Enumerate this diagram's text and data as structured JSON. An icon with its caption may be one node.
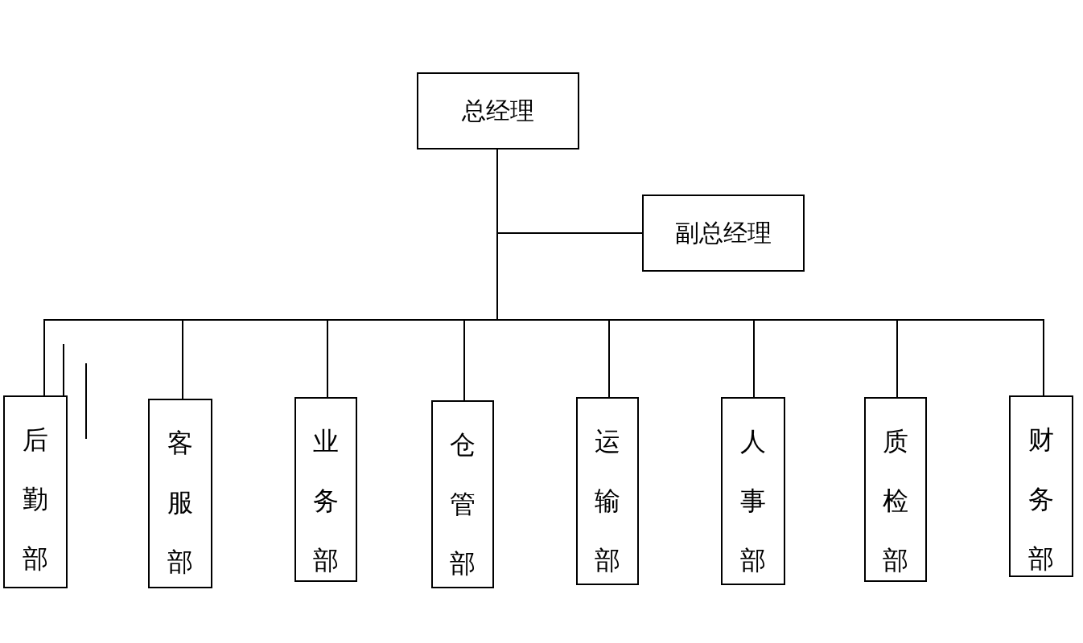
{
  "diagram": {
    "nodes": [
      {
        "text": [
          "总经理"
        ]
      },
      {
        "text": [
          "副总经理"
        ]
      },
      {
        "text": [
          "后勤部"
        ]
      },
      {
        "text": [
          "客服部"
        ]
      },
      {
        "text": [
          "业务部"
        ]
      },
      {
        "text": [
          "仓管部"
        ]
      },
      {
        "text": [
          "运输部"
        ]
      },
      {
        "text": [
          "人事部"
        ]
      },
      {
        "text": [
          "质检部"
        ]
      },
      {
        "text": [
          "财务部"
        ]
      }
    ],
    "edges": [
      {
        "from": 0,
        "to": 1,
        "arrow": "none"
      },
      {
        "from": 0,
        "to": 2,
        "arrow": "none"
      },
      {
        "from": 0,
        "to": 3,
        "arrow": "none"
      },
      {
        "from": 0,
        "to": 4,
        "arrow": "none"
      },
      {
        "from": 0,
        "to": 5,
        "arrow": "none"
      },
      {
        "from": 0,
        "to": 6,
        "arrow": "none"
      },
      {
        "from": 0,
        "to": 7,
        "arrow": "none"
      },
      {
        "from": 0,
        "to": 8,
        "arrow": "none"
      },
      {
        "from": 0,
        "to": 9,
        "arrow": "none"
      }
    ]
  }
}
